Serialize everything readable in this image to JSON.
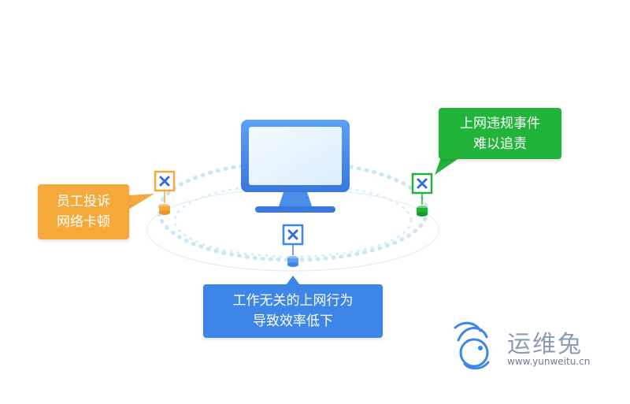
{
  "callouts": {
    "complaint": {
      "line1": "员工投诉",
      "line2": "网络卡顿",
      "color": "#f5a93b"
    },
    "violation": {
      "line1": "上网违规事件",
      "line2": "难以追责",
      "color": "#22b33b"
    },
    "productivity": {
      "line1": "工作无关的上网行为",
      "line2": "导致效率低下",
      "color": "#3d86e8"
    }
  },
  "markers": {
    "orange_icon": "x-box-icon",
    "green_icon": "x-box-icon",
    "blue_icon": "x-box-icon",
    "pin_icon": "cylinder-pin-icon"
  },
  "brand": {
    "name": "运维兔",
    "url": "www.yunweitu.cn",
    "logo_icon": "rabbit-logo-icon",
    "color": "#8b9bb5"
  },
  "colors": {
    "monitor_frame": "#4b8ee8",
    "monitor_screen": "#eaf4fe",
    "orbit": "#c9e6f5"
  }
}
